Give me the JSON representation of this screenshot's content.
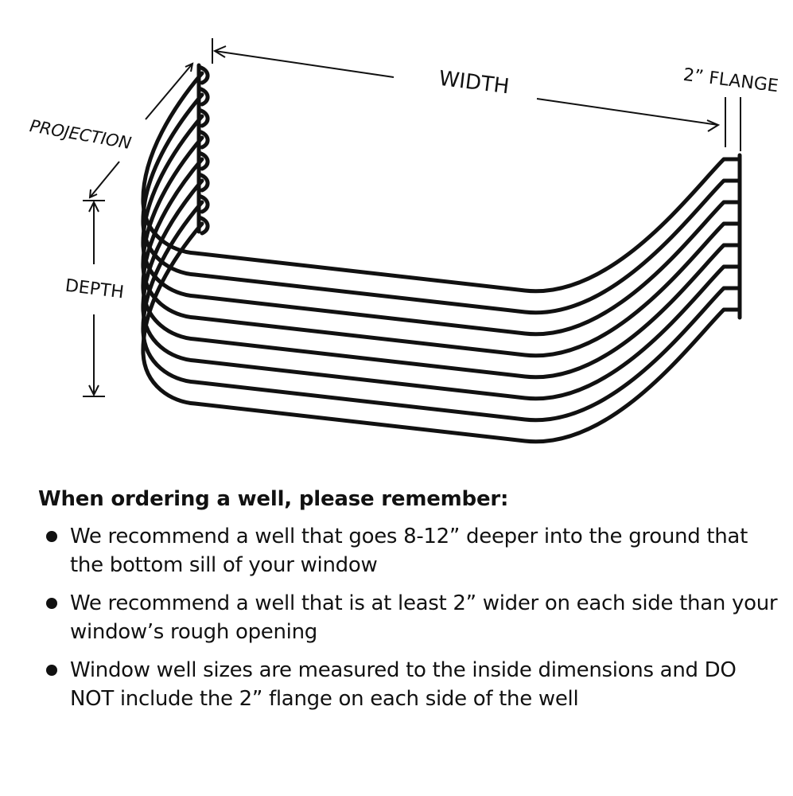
{
  "diagram": {
    "labels": {
      "width": "WIDTH",
      "flange": "2” FLANGE",
      "projection": "PROJECTION",
      "depth": "DEPTH"
    },
    "stroke_color": "#111111"
  },
  "notes": {
    "heading": "When ordering a well, please remember:",
    "items": [
      "We recommend a well that goes 8-12” deeper into the ground that the bottom sill of your window",
      "We recommend a well that is at least 2” wider on each side than your window’s rough opening",
      "Window well sizes are measured to the inside dimensions and DO NOT include the 2” flange on each side of the well"
    ]
  }
}
